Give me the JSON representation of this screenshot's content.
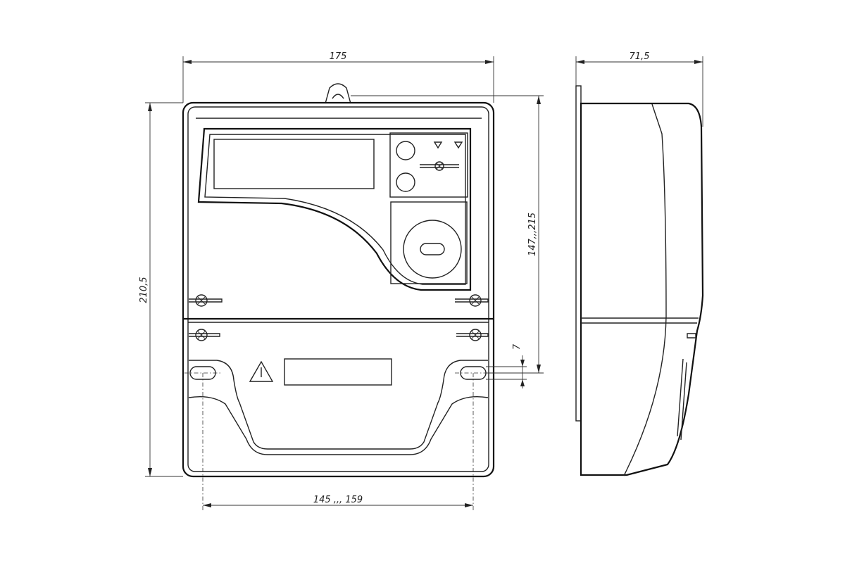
{
  "drawing": {
    "dimensions": {
      "width_front": "175",
      "depth_side": "71,5",
      "height_total": "210,5",
      "mount_height_range": "147,,,215",
      "screw_offset": "7",
      "mount_width_range": "145 ,,, 159"
    }
  }
}
